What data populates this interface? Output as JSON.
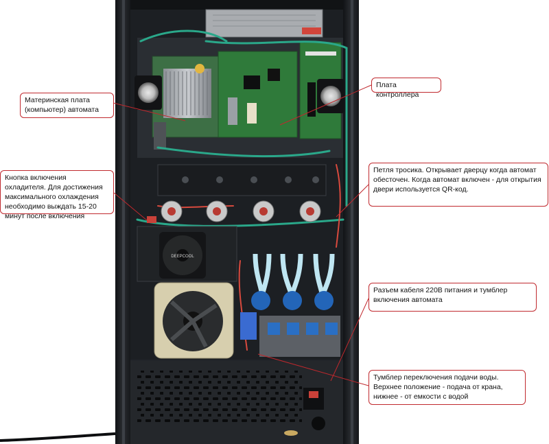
{
  "colors": {
    "callout_border": "#c0282d",
    "leader_line": "#c0282d",
    "cabinet": "#1f2226",
    "board_green": "#2f7a3a"
  },
  "callouts": {
    "motherboard": "Материнская плата (компьютер) автомата",
    "controller": "Плата контроллера",
    "cooler_button": "Кнопка включения охладителя. Для достижения максимального охлаждения необходимо выждать 15-20 минут после включения",
    "cable_loop": "Петля тросика. Открывает дверцу когда автомат обесточен. Когда автомат включен - для открытия двери используется QR-код.",
    "power_connector": "Разъем кабеля 220В питания и тумблер включения автомата",
    "water_switch": "Тумблер переключения подачи воды. Верхнее положение - подача от крана, нижнее - от емкости с водой"
  },
  "photo_labels": {
    "fan_brand": "DEEPCOOL"
  }
}
